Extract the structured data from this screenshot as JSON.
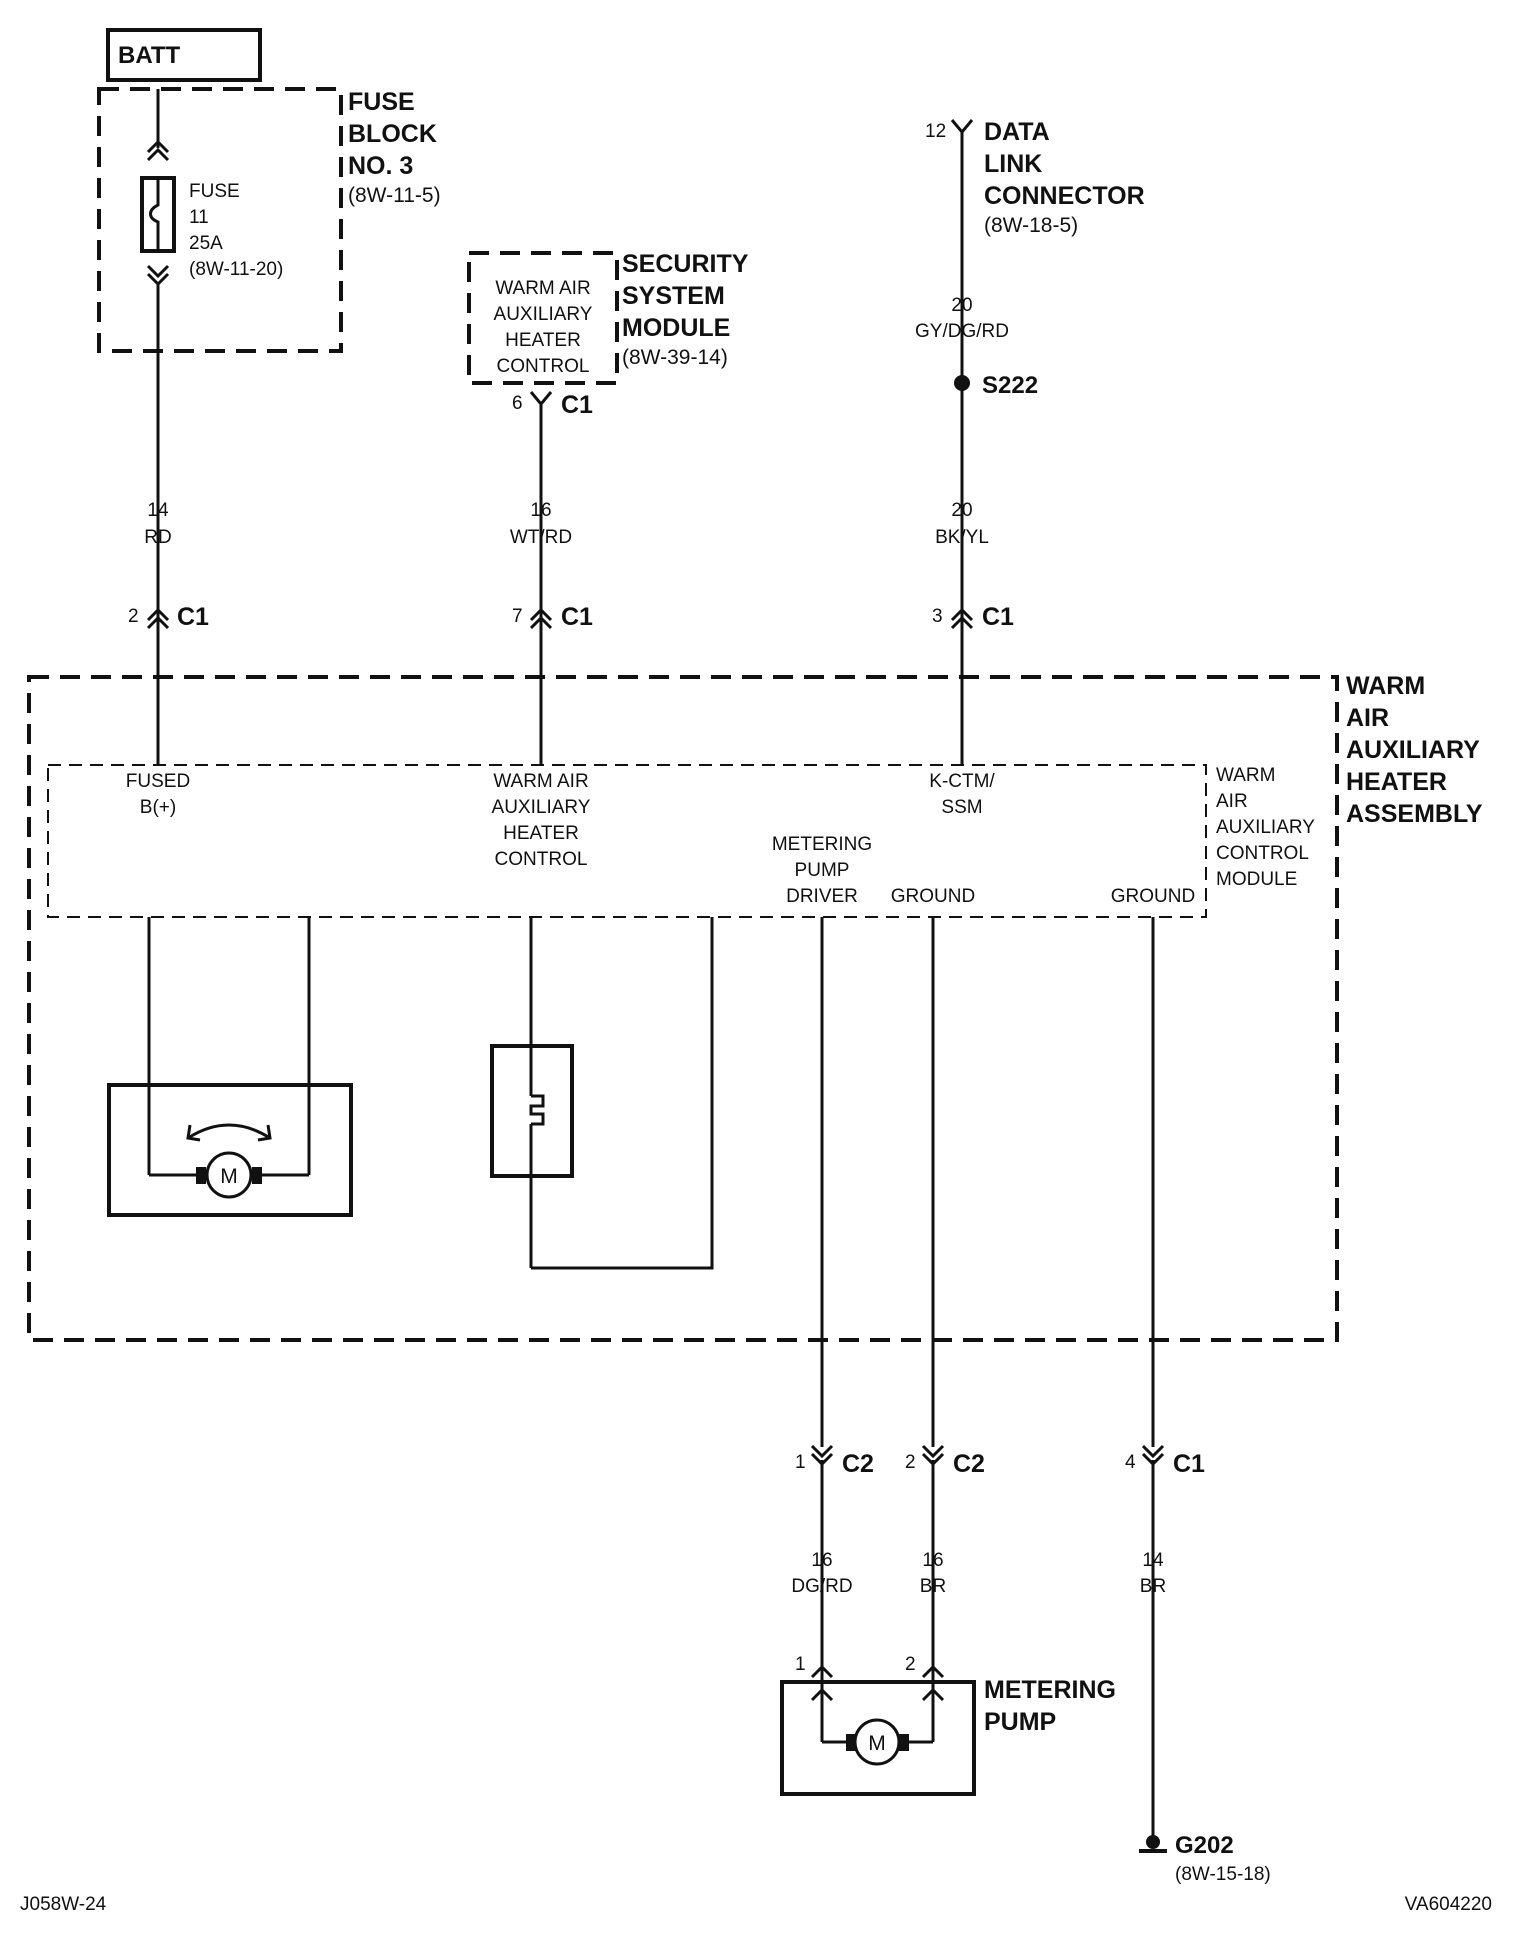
{
  "footer": {
    "left_code": "J058W-24",
    "right_code": "VA604220"
  },
  "batt": {
    "label": "BATT"
  },
  "fuse_block": {
    "title": [
      "FUSE",
      "BLOCK",
      "NO. 3"
    ],
    "ref": "(8W-11-5)",
    "fuse_lines": [
      "FUSE",
      "11",
      "25A",
      "(8W-11-20)"
    ]
  },
  "security_module": {
    "title": [
      "SECURITY",
      "SYSTEM",
      "MODULE"
    ],
    "ref": "(8W-39-14)",
    "inner": [
      "WARM AIR",
      "AUXILIARY",
      "HEATER",
      "CONTROL"
    ],
    "pin": "6",
    "conn": "C1"
  },
  "data_link": {
    "title": [
      "DATA",
      "LINK",
      "CONNECTOR"
    ],
    "ref": "(8W-18-5)",
    "pin": "12"
  },
  "splice": {
    "label": "S222"
  },
  "wires": [
    {
      "gauge": "14",
      "color": "RD"
    },
    {
      "gauge": "16",
      "color": "WT/RD"
    },
    {
      "gauge": "20",
      "color": "GY/DG/RD"
    },
    {
      "gauge": "20",
      "color": "BK/YL"
    },
    {
      "gauge": "16",
      "color": "DG/RD"
    },
    {
      "gauge": "16",
      "color": "BR"
    },
    {
      "gauge": "14",
      "color": "BR"
    }
  ],
  "connectors_top": [
    {
      "pin": "2",
      "name": "C1"
    },
    {
      "pin": "7",
      "name": "C1"
    },
    {
      "pin": "3",
      "name": "C1"
    }
  ],
  "heater_assembly": {
    "title": [
      "WARM",
      "AIR",
      "AUXILIARY",
      "HEATER",
      "ASSEMBLY"
    ]
  },
  "control_module": {
    "title": [
      "WARM",
      "AIR",
      "AUXILIARY",
      "CONTROL",
      "MODULE"
    ],
    "pins": {
      "fused": [
        "FUSED",
        "B(+)"
      ],
      "warm_air": [
        "WARM AIR",
        "AUXILIARY",
        "HEATER",
        "CONTROL"
      ],
      "kctm": [
        "K-CTM/",
        "SSM"
      ],
      "metering": [
        "METERING",
        "PUMP",
        "DRIVER"
      ],
      "ground1": "GROUND",
      "ground2": "GROUND"
    }
  },
  "blower_motor": {
    "symbol": "M"
  },
  "connectors_bottom": [
    {
      "pin": "1",
      "name": "C2"
    },
    {
      "pin": "2",
      "name": "C2"
    },
    {
      "pin": "4",
      "name": "C1"
    }
  ],
  "metering_pump": {
    "title": [
      "METERING",
      "PUMP"
    ],
    "symbol": "M",
    "pins": [
      "1",
      "2"
    ]
  },
  "ground": {
    "label": "G202",
    "ref": "(8W-15-18)"
  }
}
